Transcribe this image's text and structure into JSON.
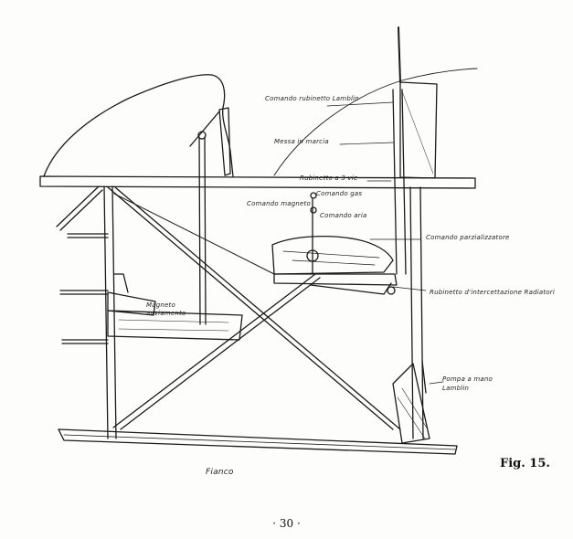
{
  "labels": {
    "comando_rubinetto_lamblin": "Comando rubinetto Lamblin",
    "messa_in_marcia": "Messa in marcia",
    "rubinetto_a_3_vie": "Rubinetto a 3 vie",
    "comando_gas": "Comando gas",
    "comando_magneto": "Comando magneto",
    "comando_aria": "Comando aria",
    "comando_parzializzatore": "Comando parzializzatore",
    "rubinetto_dintercettazione_radiatori": "Rubinetto d'intercettazione Radiatori",
    "magneto_avviamento": "Magneto avviamento",
    "pompa_a_mano_lamblin": "Pompa a mano Lamblin",
    "fianco": "Fianco"
  },
  "caption": "Fig. 15.",
  "page_number": "· 30 ·"
}
